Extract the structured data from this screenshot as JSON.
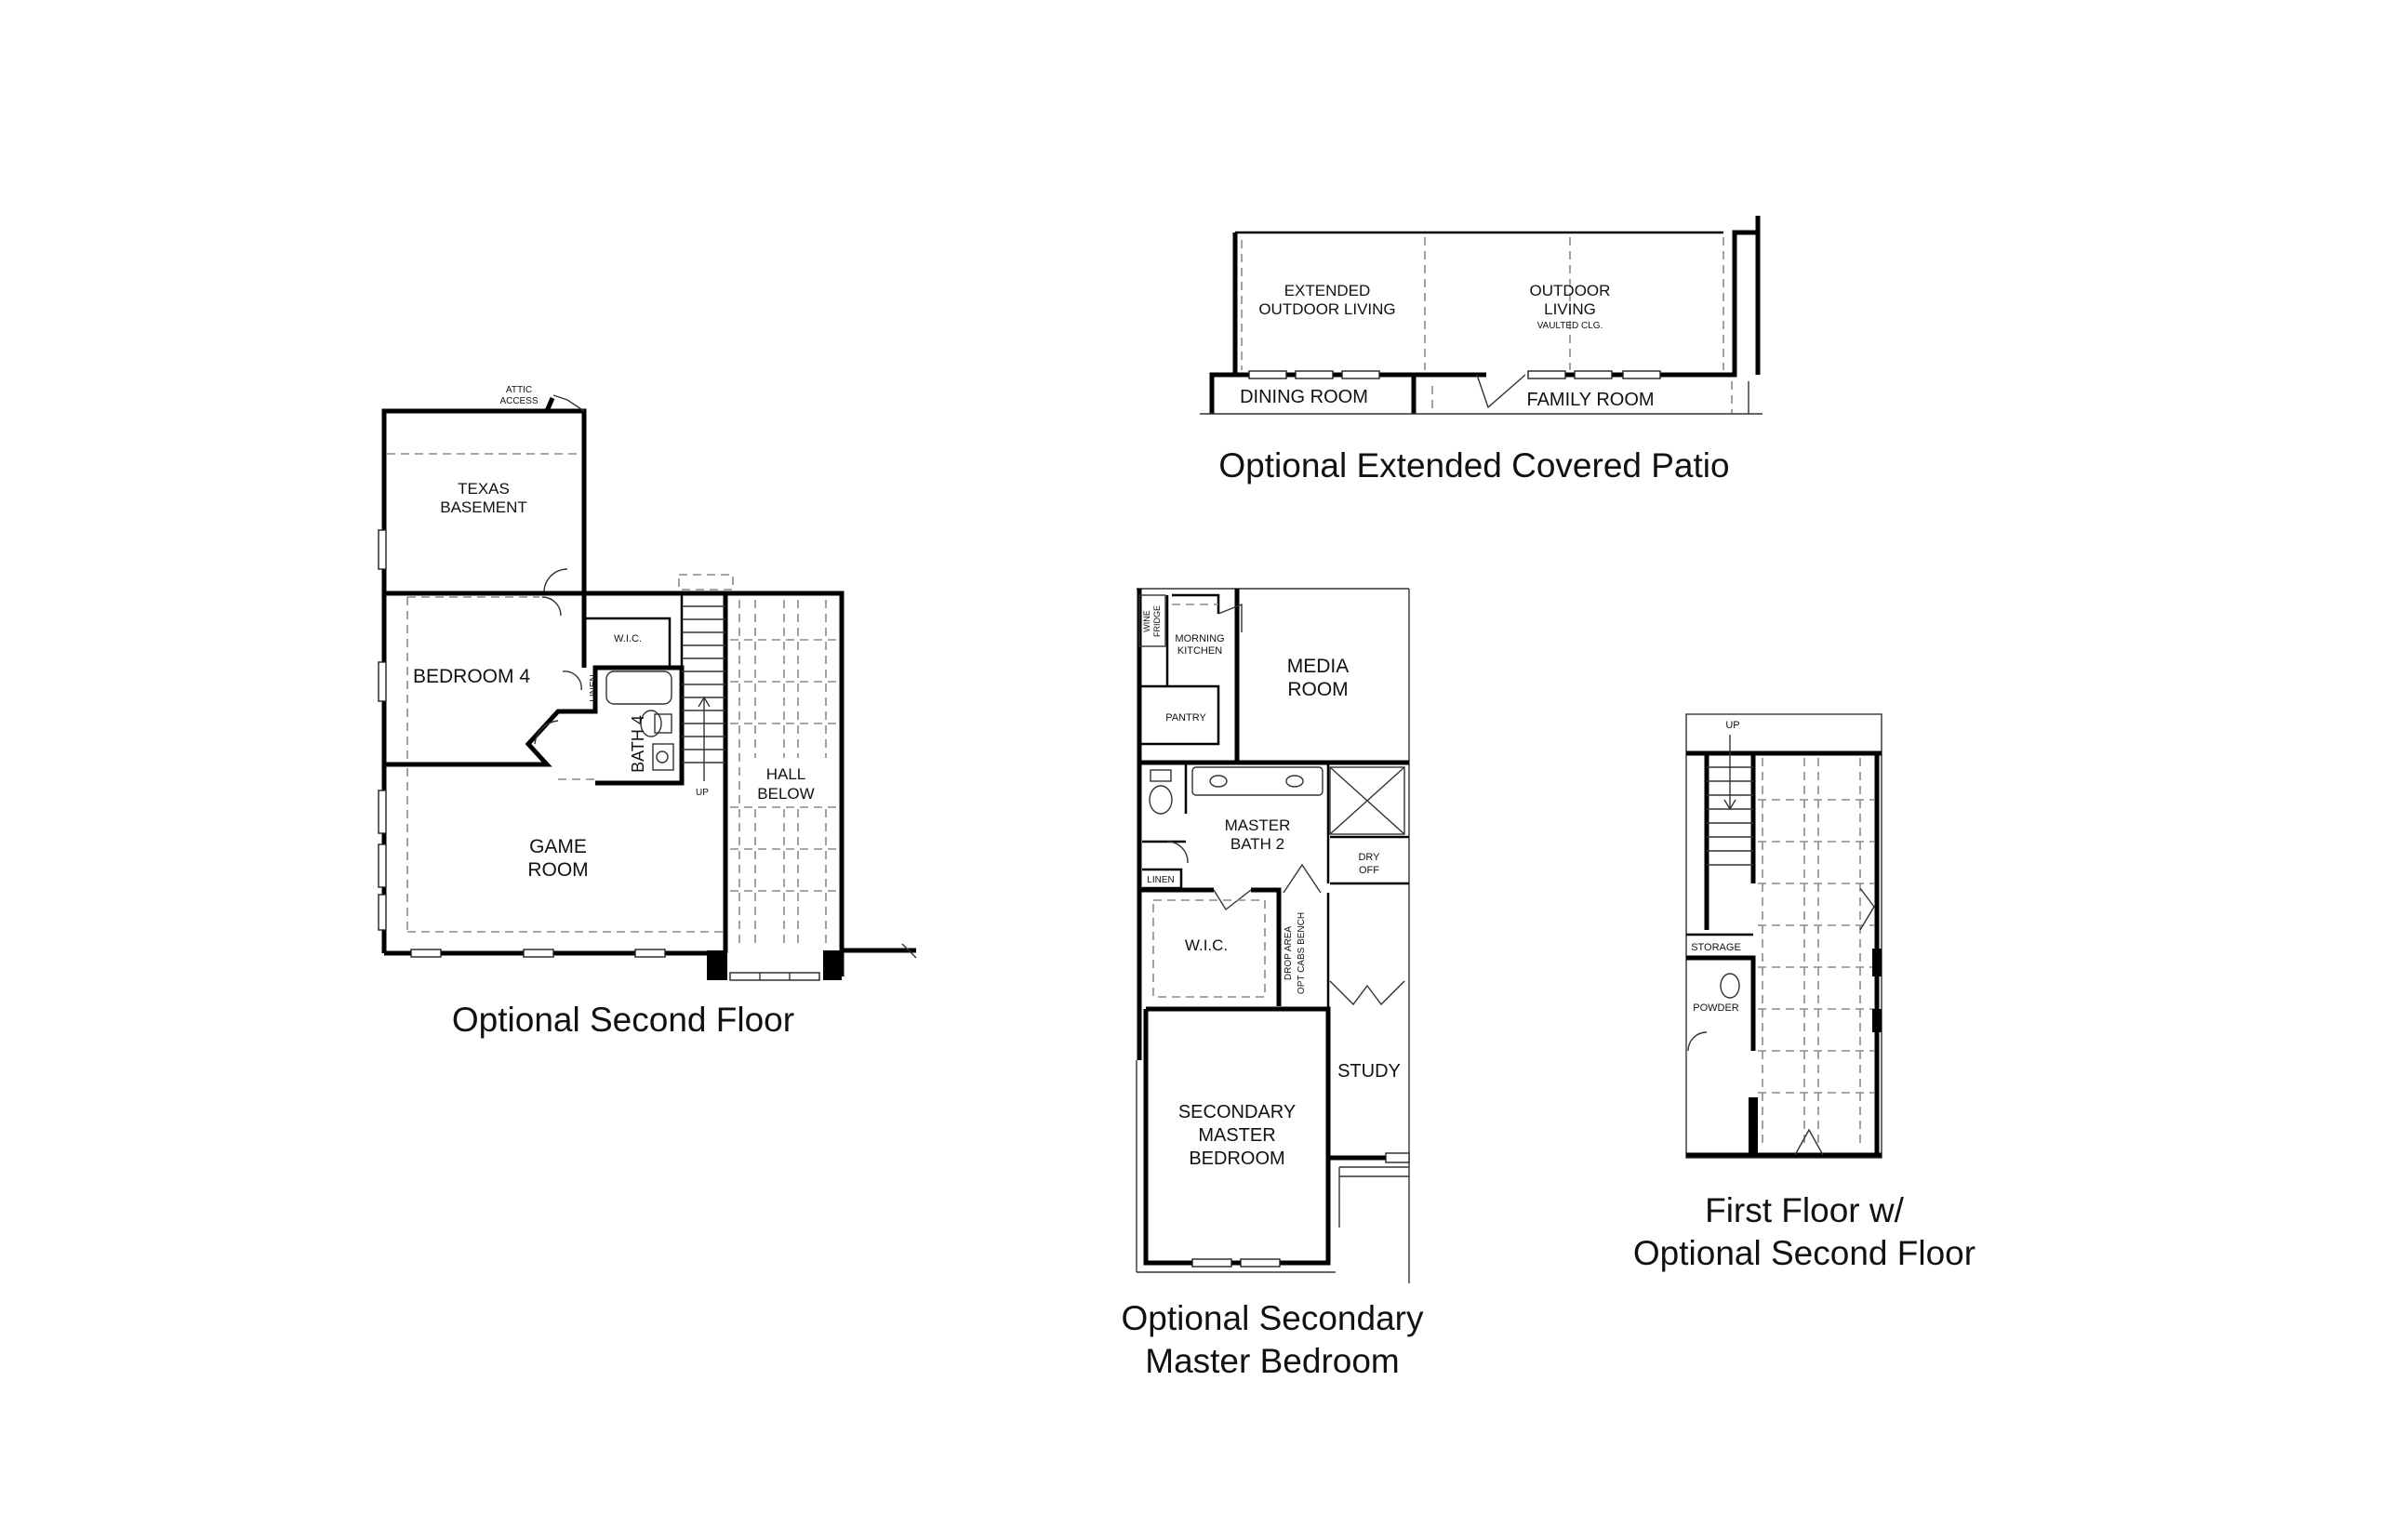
{
  "plans": {
    "second_floor": {
      "caption": "Optional Second Floor",
      "rooms": {
        "attic_line1": "ATTIC",
        "attic_line2": "ACCESS",
        "texas_line1": "TEXAS",
        "texas_line2": "BASEMENT",
        "bedroom4": "BEDROOM 4",
        "wic": "W.I.C.",
        "linen": "LINEN",
        "bath4": "BATH 4",
        "up": "UP",
        "hall_line1": "HALL",
        "hall_line2": "BELOW",
        "game_line1": "GAME",
        "game_line2": "ROOM"
      }
    },
    "patio": {
      "caption": "Optional Extended Covered Patio",
      "rooms": {
        "ext_line1": "EXTENDED",
        "ext_line2": "OUTDOOR LIVING",
        "out_line1": "OUTDOOR",
        "out_line2": "LIVING",
        "vaulted": "VAULTED CLG.",
        "dining": "DINING ROOM",
        "family": "FAMILY ROOM"
      }
    },
    "secondary_master": {
      "caption_line1": "Optional Secondary",
      "caption_line2": "Master Bedroom",
      "rooms": {
        "wine_line1": "WINE",
        "wine_line2": "FRIDGE",
        "morning_line1": "MORNING",
        "morning_line2": "KITCHEN",
        "media_line1": "MEDIA",
        "media_line2": "ROOM",
        "pantry": "PANTRY",
        "bath_line1": "MASTER",
        "bath_line2": "BATH 2",
        "dry_line1": "DRY",
        "dry_line2": "OFF",
        "linen": "LINEN",
        "wic": "W.I.C.",
        "drop_line1": "DROP AREA",
        "drop_line2": "OPT CABS BENCH",
        "study": "STUDY",
        "sec_line1": "SECONDARY",
        "sec_line2": "MASTER",
        "sec_line3": "BEDROOM"
      }
    },
    "first_floor": {
      "caption_line1": "First Floor w/",
      "caption_line2": "Optional Second Floor",
      "rooms": {
        "up": "UP",
        "storage": "STORAGE",
        "powder": "POWDER"
      }
    }
  }
}
